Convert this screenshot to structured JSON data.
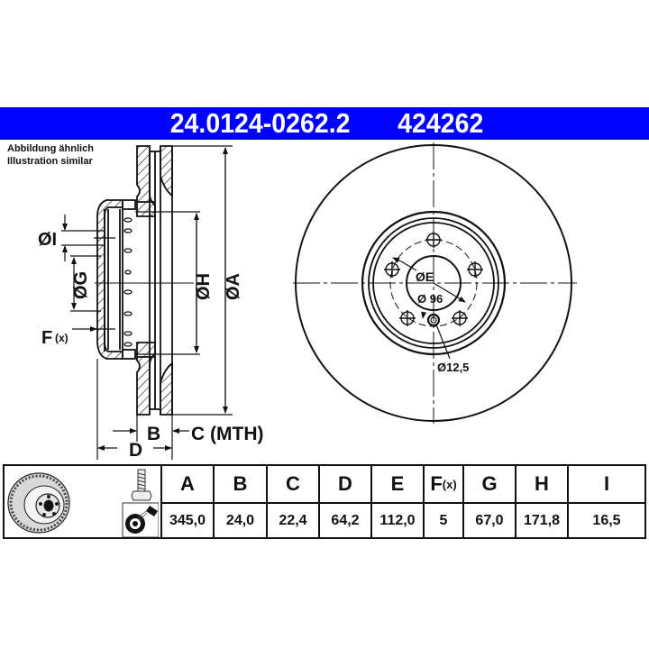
{
  "header": {
    "part_number": "24.0124-0262.2",
    "short_number": "424262",
    "background_color": "#0000ff",
    "text_color": "#ffffff"
  },
  "caption": {
    "line1": "Abbildung ähnlich",
    "line2": "Illustration similar"
  },
  "side_view": {
    "labels": {
      "I": "ØI",
      "G": "ØG",
      "F": "F",
      "F_sub": "(x)",
      "H": "ØH",
      "A": "ØA",
      "B": "B",
      "C": "C (MTH)",
      "D": "D"
    }
  },
  "front_view": {
    "labels": {
      "E": "ØE",
      "pcd": "Ø 96",
      "hole": "Ø12,5"
    },
    "bolt_holes": 5
  },
  "spec_table": {
    "icons": [
      "brake-disc-icon",
      "bolt-icon",
      "cleaning-spray-icon"
    ],
    "columns": [
      {
        "key": "A",
        "label": "A",
        "value": "345,0"
      },
      {
        "key": "B",
        "label": "B",
        "value": "24,0"
      },
      {
        "key": "C",
        "label": "C",
        "value": "22,4"
      },
      {
        "key": "D",
        "label": "D",
        "value": "64,2"
      },
      {
        "key": "E",
        "label": "E",
        "value": "112,0"
      },
      {
        "key": "F",
        "label": "F",
        "label_sub": "(x)",
        "value": "5"
      },
      {
        "key": "G",
        "label": "G",
        "value": "67,0"
      },
      {
        "key": "H",
        "label": "H",
        "value": "171,8"
      },
      {
        "key": "I",
        "label": "I",
        "value": "16,5"
      }
    ]
  }
}
